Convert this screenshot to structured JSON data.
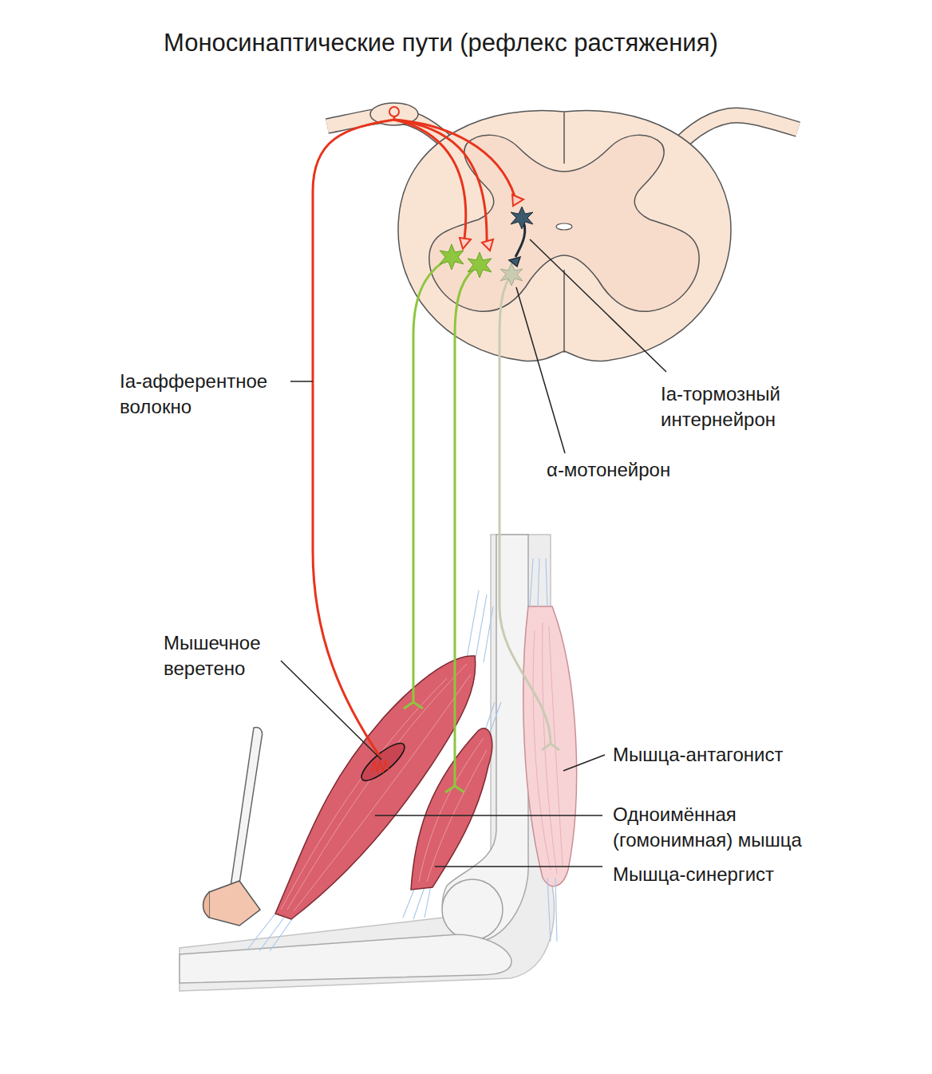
{
  "diagram": {
    "title": "Моносинаптические пути (рефлекс растяжения)",
    "labels": [
      "Ia-афферентное волокно",
      "Ia-тормозный интернейрон",
      "α-мотонейрон",
      "Мышечное веретено",
      "Мышца-антагонист",
      "Одноимённая (гомонимная) мышца",
      "Мышца-синергист"
    ]
  }
}
